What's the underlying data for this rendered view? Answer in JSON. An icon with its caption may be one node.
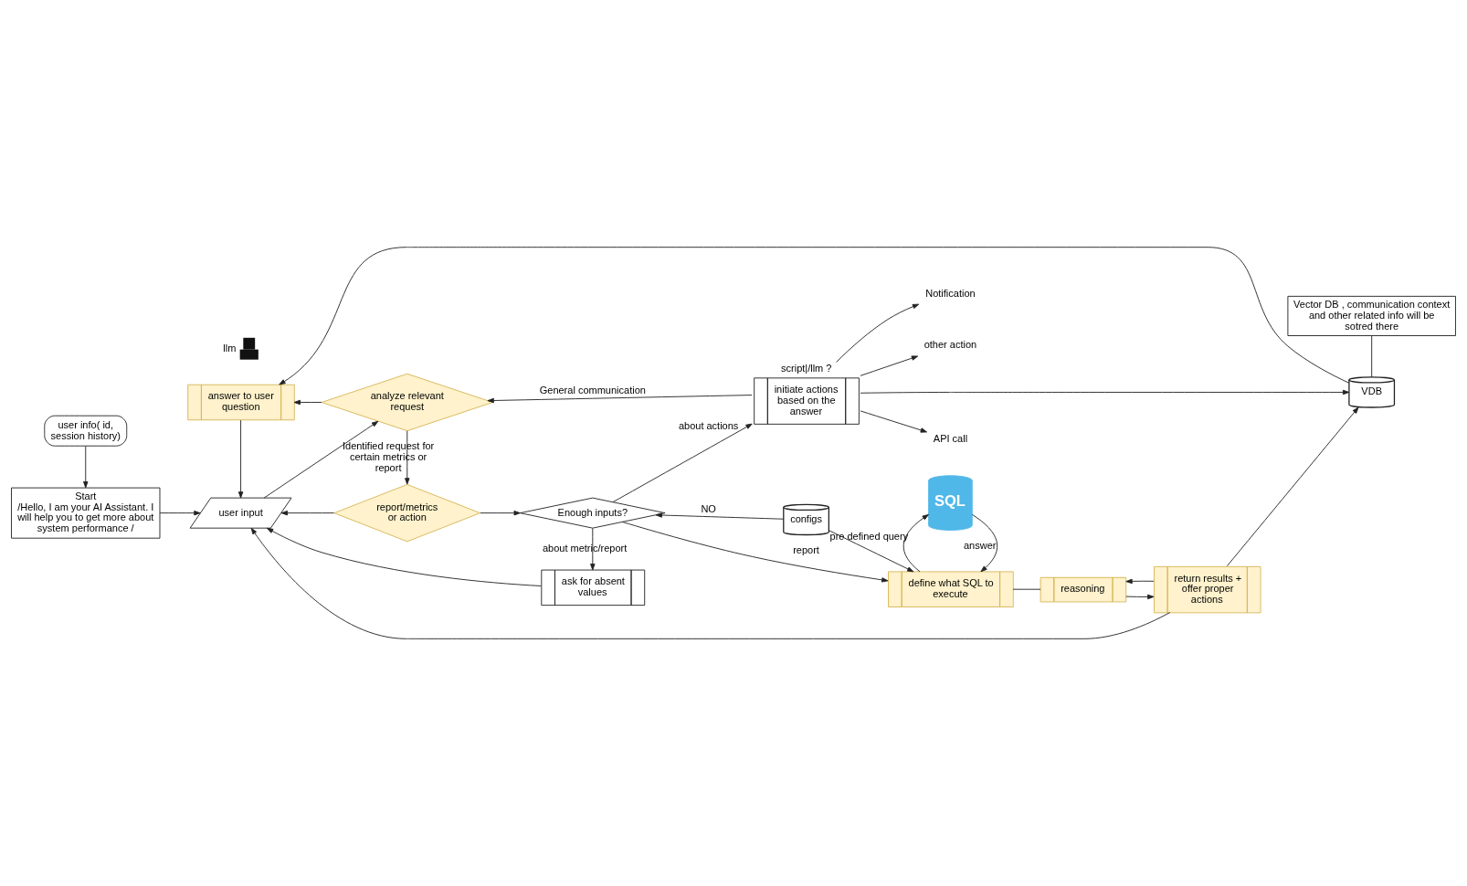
{
  "diagram": {
    "nodes": [
      {
        "text": [
          "user info( id, session history)"
        ]
      },
      {
        "text": [],
        "shape": "person",
        "beside": [
          "llm"
        ]
      },
      {
        "text": [
          "Vector DB , communication context and other related info will be sotred there"
        ]
      },
      {
        "text": [
          "answer to user question"
        ]
      },
      {
        "text": [
          "VDB"
        ]
      },
      {
        "text": [
          "Start",
          "/Hello, I am your AI Assistant. I will help you to get more about system performance /"
        ]
      },
      {
        "text": [
          "user input"
        ]
      },
      {
        "text": [
          "analyze relevant request"
        ]
      },
      {
        "text": [
          "initiate actions based on the answer"
        ],
        "beside": [
          "script|/llm ?"
        ]
      },
      {
        "text": [
          "API call"
        ]
      },
      {
        "text": [
          "Notification"
        ]
      },
      {
        "text": [
          "other action"
        ]
      },
      {
        "text": [
          "SQL"
        ]
      },
      {
        "text": [
          "report/metrics or action"
        ]
      },
      {
        "text": [
          "Enough inputs?"
        ]
      },
      {
        "text": [
          "define what SQL to execute"
        ]
      },
      {
        "text": [
          "reasoning"
        ]
      },
      {
        "text": [
          "return results + offer proper actions"
        ]
      },
      {
        "text": [
          "configs"
        ]
      },
      {
        "text": [
          "ask for absent values"
        ]
      }
    ],
    "edges": [
      {
        "from": 0,
        "to": 5,
        "arrow": "to"
      },
      {
        "from": 5,
        "to": 6,
        "arrow": "to"
      },
      {
        "from": 6,
        "to": 7,
        "arrow": "to"
      },
      {
        "from": 7,
        "to": 3,
        "arrow": "to"
      },
      {
        "from": 4,
        "to": 3,
        "arrow": "to"
      },
      {
        "from": 3,
        "to": 6,
        "arrow": "to"
      },
      {
        "from": 8,
        "to": 7,
        "arrow": "to",
        "label": "General communication"
      },
      {
        "from": 7,
        "to": 13,
        "arrow": "to",
        "label": "Identified request for certain metrics or report"
      },
      {
        "from": 13,
        "to": 14,
        "arrow": "to"
      },
      {
        "from": 13,
        "to": 6,
        "arrow": "to"
      },
      {
        "from": 14,
        "to": 8,
        "arrow": "to",
        "label": "about actions"
      },
      {
        "from": 8,
        "to": 9,
        "arrow": "to"
      },
      {
        "from": 8,
        "to": 10,
        "arrow": "to"
      },
      {
        "from": 8,
        "to": 11,
        "arrow": "to"
      },
      {
        "from": 8,
        "to": 4,
        "arrow": "to"
      },
      {
        "from": 14,
        "to": 15,
        "arrow": "to",
        "label": "report"
      },
      {
        "from": 14,
        "to": 19,
        "arrow": "to",
        "label": "about metric/report"
      },
      {
        "from": 19,
        "to": 6,
        "arrow": "to"
      },
      {
        "from": 18,
        "to": 14,
        "arrow": "to",
        "label": "NO"
      },
      {
        "from": 18,
        "to": 15,
        "arrow": "to"
      },
      {
        "from": 12,
        "to": 15,
        "arrow": "to",
        "label": "answer"
      },
      {
        "from": 15,
        "to": 12,
        "arrow": "to",
        "label": "pre defined query"
      },
      {
        "from": 15,
        "to": 16,
        "arrow": "none"
      },
      {
        "from": 16,
        "to": 17,
        "arrow": "to"
      },
      {
        "from": 17,
        "to": 4,
        "arrow": "to"
      },
      {
        "from": 17,
        "to": 16,
        "arrow": "to"
      },
      {
        "from": 17,
        "to": 6,
        "arrow": "to"
      },
      {
        "from": 2,
        "to": 4,
        "arrow": "none"
      }
    ]
  }
}
